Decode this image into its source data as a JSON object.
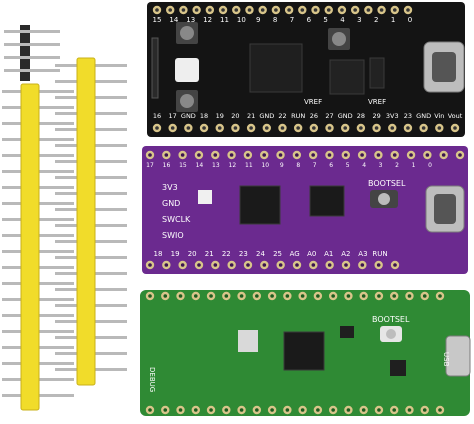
{
  "image": {
    "description_tags": [
      "pin-headers",
      "rp2040-boards"
    ],
    "colors": {
      "black_board": "#141414",
      "purple_board": "#6b2a8f",
      "green_board": "#2f8a34",
      "header_plastic": "#f1dc2a",
      "pin_metal": "#b9b9b9",
      "pad_gold": "#d8c58a"
    }
  },
  "black_board": {
    "top_labels": [
      "15",
      "14",
      "13",
      "12",
      "11",
      "10",
      "9",
      "8",
      "7",
      "6",
      "5",
      "4",
      "3",
      "2",
      "1",
      "0"
    ],
    "bottom_labels": [
      "16",
      "17",
      "GND",
      "18",
      "19",
      "20",
      "21",
      "GND",
      "22",
      "RUN",
      "26",
      "27",
      "GND",
      "28",
      "29",
      "3V3",
      "23",
      "GND",
      "Vin",
      "Vout"
    ],
    "silk_vref_1": "VREF",
    "silk_vref_2": "VREF"
  },
  "purple_board": {
    "side_labels": [
      "3V3",
      "GND",
      "SWCLK",
      "SWIO"
    ],
    "button_label": "BOOTSEL",
    "bottom_labels": [
      "18",
      "19",
      "20",
      "21",
      "22",
      "23",
      "24",
      "25",
      "AG",
      "A0",
      "A1",
      "A2",
      "A3",
      "RUN"
    ],
    "top_labels": [
      "17",
      "16",
      "15",
      "14",
      "13",
      "12",
      "11",
      "10",
      "9",
      "8",
      "7",
      "6",
      "5",
      "4",
      "3",
      "2",
      "1",
      "0"
    ]
  },
  "green_board": {
    "button_label": "BOOTSEL",
    "debug_label": "DEBUG",
    "usb_label": "USB"
  }
}
